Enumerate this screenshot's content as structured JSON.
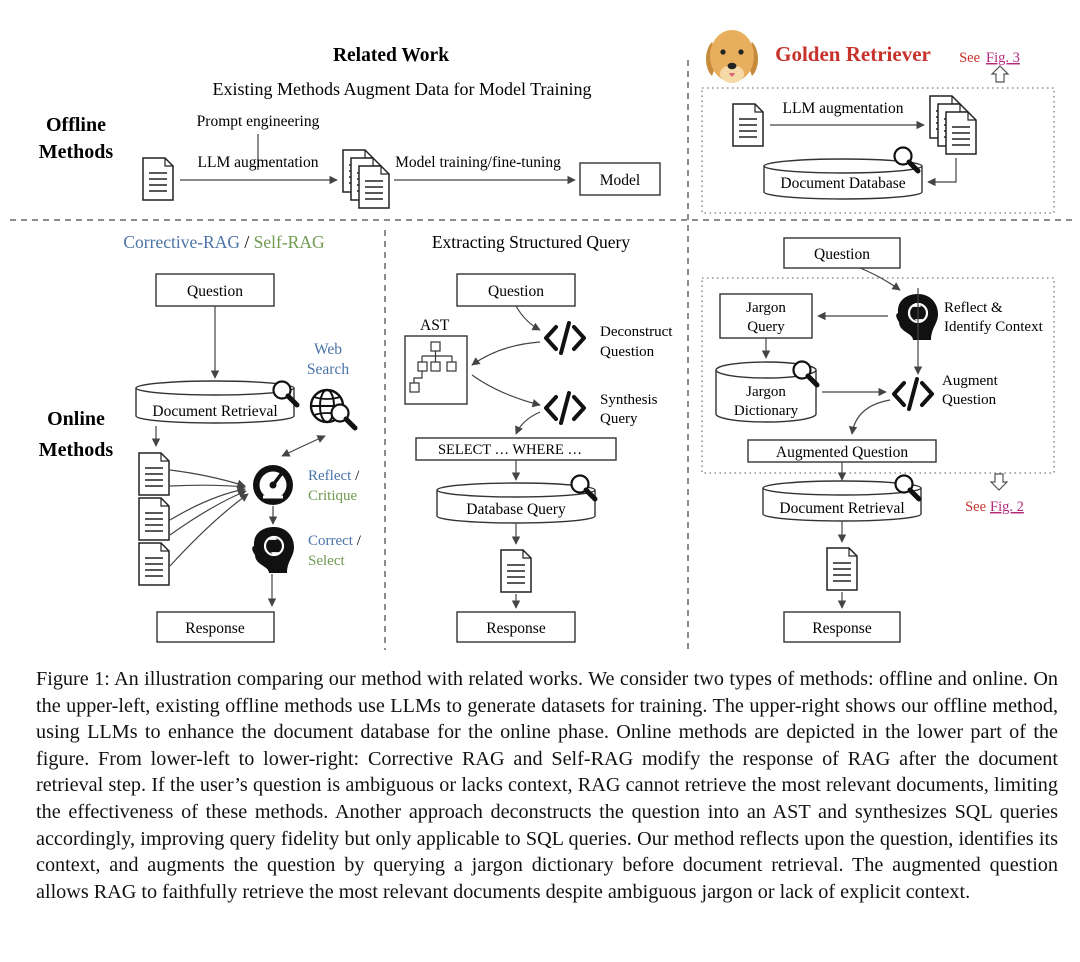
{
  "related": {
    "title": "Related Work",
    "subtitle": "Existing Methods Augment Data for Model Training",
    "prompt_engineering": "Prompt engineering",
    "llm_augmentation": "LLM augmentation",
    "model_training": "Model training/fine-tuning",
    "model": "Model"
  },
  "labels": {
    "offline_1": "Offline",
    "offline_2": "Methods",
    "online_1": "Online",
    "online_2": "Methods"
  },
  "golden": {
    "title": "Golden Retriever",
    "see": "See",
    "fig3": "Fig. 3",
    "fig2": "Fig. 2",
    "llm_augmentation": "LLM augmentation",
    "document_database": "Document Database",
    "question": "Question",
    "jargon_query_1": "Jargon",
    "jargon_query_2": "Query",
    "reflect_1": "Reflect &",
    "reflect_2": "Identify Context",
    "jargon_dict_1": "Jargon",
    "jargon_dict_2": "Dictionary",
    "augment_1": "Augment",
    "augment_2": "Question",
    "augmented_question": "Augmented Question",
    "document_retrieval": "Document Retrieval",
    "response": "Response"
  },
  "crag": {
    "title_a": "Corrective-RAG",
    "slash": " / ",
    "title_b": "Self-RAG",
    "question": "Question",
    "web_1": "Web",
    "web_2": "Search",
    "document_retrieval": "Document Retrieval",
    "reflect": "Reflect",
    "critique": "Critique",
    "correct": "Correct",
    "select": "Select",
    "response": "Response"
  },
  "esq": {
    "title": "Extracting Structured Query",
    "question": "Question",
    "ast": "AST",
    "deconstruct_1": "Deconstruct",
    "deconstruct_2": "Question",
    "synthesis_1": "Synthesis",
    "synthesis_2": "Query",
    "sql": "SELECT … WHERE …",
    "database_query": "Database Query",
    "response": "Response"
  },
  "colors": {
    "blue": "#4a73a8",
    "green": "#6f9a50",
    "red": "#c8322c",
    "link": "#b4287a"
  },
  "caption": "Figure 1: An illustration comparing our method with related works. We consider two types of methods: offline and online. On the upper-left, existing offline methods use LLMs to generate datasets for training. The upper-right shows our offline method, using LLMs to enhance the document database for the online phase. Online methods are depicted in the lower part of the figure. From lower-left to lower-right: Corrective RAG and Self-RAG modify the response of RAG after the document retrieval step. If the user’s question is ambiguous or lacks context, RAG cannot retrieve the most relevant documents, limiting the effectiveness of these methods. Another approach deconstructs the question into an AST and synthesizes SQL queries accordingly, improving query fidelity but only applicable to SQL queries. Our method reflects upon the question, identifies its context, and augments the question by querying a jargon dictionary before document retrieval. The augmented question allows RAG to faithfully retrieve the most relevant documents despite ambiguous jargon or lack of explicit context."
}
